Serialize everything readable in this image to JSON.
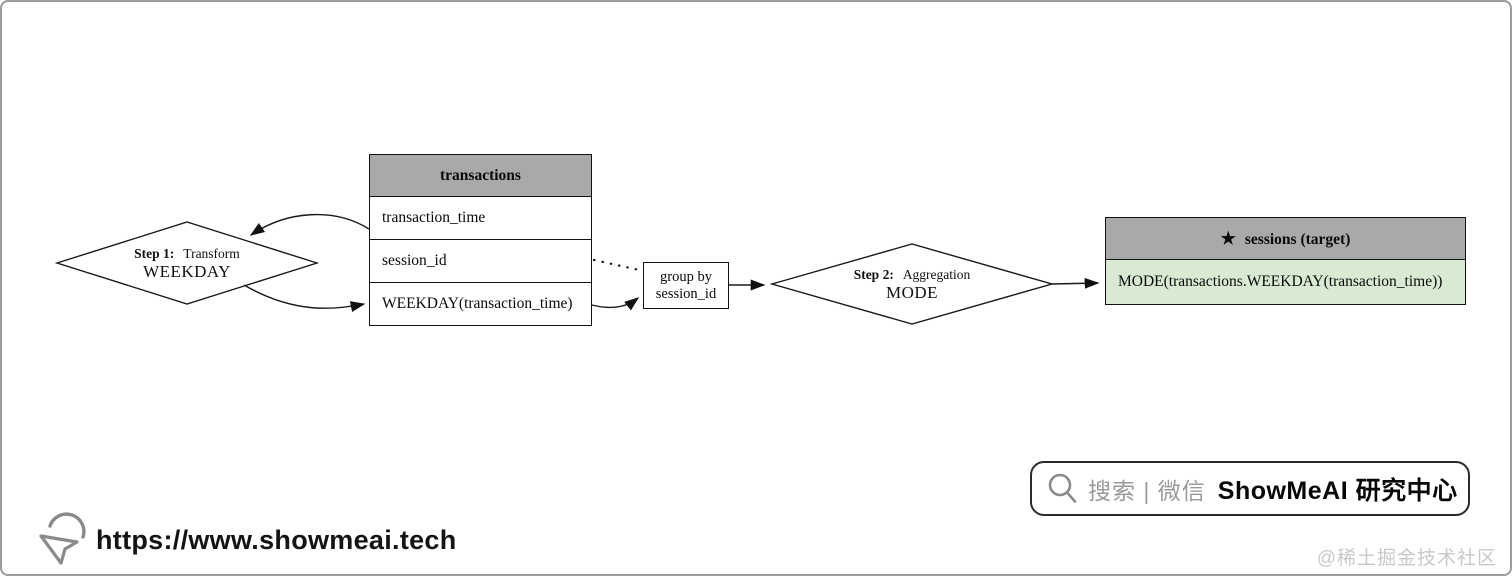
{
  "diagram": {
    "step1": {
      "step": "Step 1:",
      "type": "Transform",
      "name": "WEEKDAY"
    },
    "transactions": {
      "title": "transactions",
      "rows": [
        "transaction_time",
        "session_id",
        "WEEKDAY(transaction_time)"
      ]
    },
    "group_by": {
      "line1": "group by",
      "line2": "session_id"
    },
    "step2": {
      "step": "Step 2:",
      "type": "Aggregation",
      "name": "MODE"
    },
    "sessions": {
      "star": "★",
      "title": "sessions (target)",
      "feature": "MODE(transactions.WEEKDAY(transaction_time))"
    },
    "colors": {
      "table_header_bg": "#a9a9a9",
      "feature_row_bg": "#d9ead3",
      "line_color": "#1a1a1a"
    }
  },
  "branding": {
    "url": "https://www.showmeai.tech",
    "search_prefix": "搜索 | 微信",
    "search_brand": "ShowMeAI 研究中心",
    "watermark": "@稀土掘金技术社区"
  }
}
